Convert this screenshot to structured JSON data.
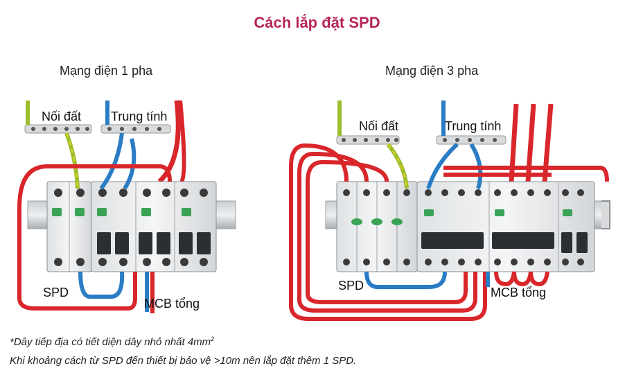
{
  "title": "Cách lắp đặt SPD",
  "single_phase": {
    "heading": "Mạng điện 1 pha",
    "labels": {
      "ground": "Nối đất",
      "neutral": "Trung tính",
      "spd": "SPD",
      "mcb": "MCB tổng"
    }
  },
  "three_phase": {
    "heading": "Mạng điện 3 pha",
    "labels": {
      "ground": "Nối đất",
      "neutral": "Trung tính",
      "spd": "SPD",
      "mcb": "MCB tổng"
    }
  },
  "notes": {
    "line1_text": "*Dây tiếp địa có tiết diện dây nhỏ nhất 4mm",
    "line1_sup": "2",
    "line2": "Khi khoảng cách từ SPD đến thiết bị bảo vệ >10m nên lắp đặt thêm 1 SPD."
  },
  "colors": {
    "title": "#b8265b",
    "phase": "#d8262b",
    "neutral": "#2a7dc4",
    "ground": "#9cbd2c",
    "ground_stripe": "#e8d32a"
  }
}
